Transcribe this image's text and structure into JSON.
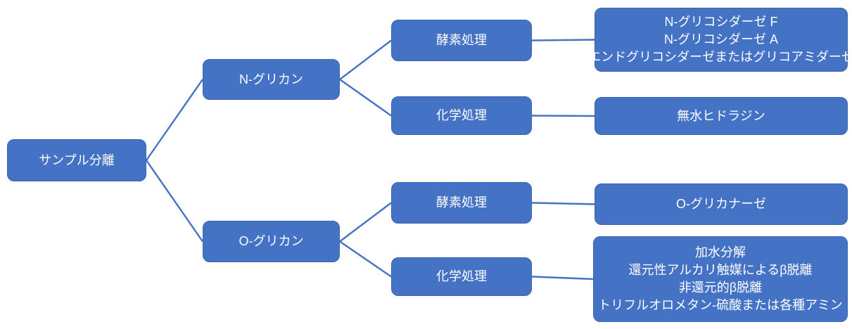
{
  "diagram": {
    "type": "tree",
    "direction": "left-to-right",
    "colors": {
      "node_fill": "#4472C4",
      "node_border": "#3D65B0",
      "connector": "#4472C4",
      "text": "#FFFFFF",
      "background": "#FFFFFF"
    },
    "root": {
      "label": "サンプル分離"
    },
    "branches": [
      {
        "label": "N-グリカン",
        "children": [
          {
            "label": "酵素処理",
            "methods": [
              "N-グリコシダーゼ F",
              "N-グリコシダーゼ A",
              "エンドグリコシダーゼまたはグリコアミダーゼ"
            ]
          },
          {
            "label": "化学処理",
            "methods": [
              "無水ヒドラジン"
            ]
          }
        ]
      },
      {
        "label": "O-グリカン",
        "children": [
          {
            "label": "酵素処理",
            "methods": [
              "O-グリカナーゼ"
            ]
          },
          {
            "label": "化学処理",
            "methods": [
              "加水分解",
              "還元性アルカリ触媒によるβ脱離",
              "非還元的β脱離",
              "トリフルオロメタン-硫酸または各種アミン"
            ]
          }
        ]
      }
    ]
  }
}
